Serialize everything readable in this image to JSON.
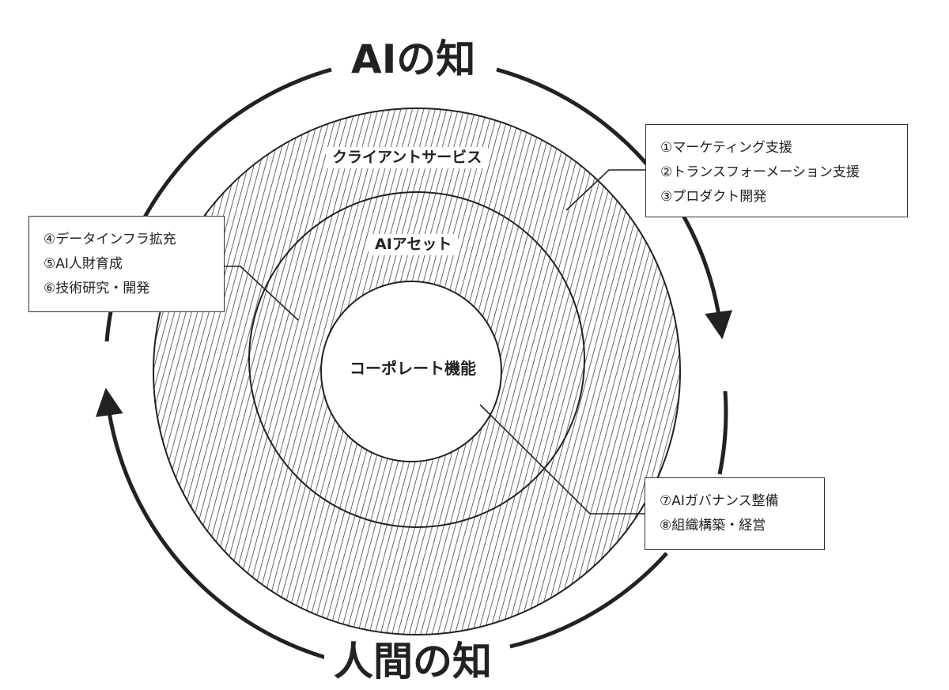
{
  "diagram": {
    "top_title": "AIの知",
    "bottom_title": "人間の知",
    "rings": {
      "outer": "クライアントサービス",
      "middle": "AIアセット",
      "core": "コーポレート機能"
    },
    "callouts": {
      "client_service": [
        "①マーケティング支援",
        "②トランスフォーメーション支援",
        "③プロダクト開発"
      ],
      "ai_asset": [
        "④データインフラ拡充",
        "⑤AI人財育成",
        "⑥技術研究・開発"
      ],
      "corporate": [
        "⑦AIガバナンス整備",
        "⑧組織構築・経営"
      ]
    },
    "colors": {
      "ink": "#222222",
      "background": "#ffffff"
    }
  }
}
